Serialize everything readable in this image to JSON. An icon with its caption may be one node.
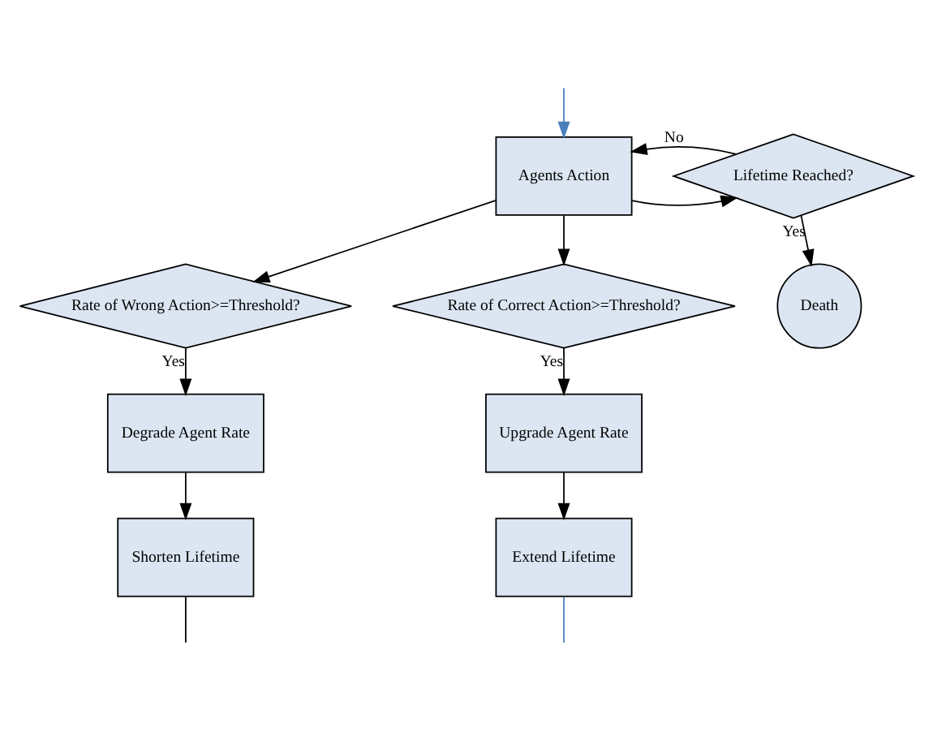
{
  "diagram": {
    "nodes": [
      {
        "text": [
          "Agents Action"
        ]
      },
      {
        "text": [
          "Lifetime Reached?"
        ]
      },
      {
        "text": [
          "Death"
        ]
      },
      {
        "text": [
          "Rate of Wrong Action>=Threshold?"
        ]
      },
      {
        "text": [
          "Rate of Correct Action>=Threshold?"
        ]
      },
      {
        "text": [
          "Degrade Agent Rate"
        ]
      },
      {
        "text": [
          "Upgrade Agent Rate"
        ]
      },
      {
        "text": [
          "Shorten Lifetime"
        ]
      },
      {
        "text": [
          "Extend Lifetime"
        ]
      }
    ],
    "edges": [
      {
        "from": 0,
        "to": 1,
        "arrow": "to"
      },
      {
        "from": 1,
        "to": 0,
        "arrow": "to",
        "label": "No"
      },
      {
        "from": 1,
        "to": 2,
        "arrow": "to",
        "label": "Yes"
      },
      {
        "from": 0,
        "to": 3,
        "arrow": "to"
      },
      {
        "from": 0,
        "to": 4,
        "arrow": "to"
      },
      {
        "from": 3,
        "to": 5,
        "arrow": "to",
        "label": "Yes"
      },
      {
        "from": 4,
        "to": 6,
        "arrow": "to",
        "label": "Yes"
      },
      {
        "from": 5,
        "to": 7,
        "arrow": "to"
      },
      {
        "from": 6,
        "to": 8,
        "arrow": "to"
      },
      {
        "from": 7,
        "to": null,
        "arrow": "none"
      },
      {
        "from": 8,
        "to": null,
        "arrow": "none",
        "color": "#4a7ebb"
      },
      {
        "from": null,
        "to": 0,
        "arrow": "to",
        "color": "#4a7ebb"
      }
    ]
  }
}
